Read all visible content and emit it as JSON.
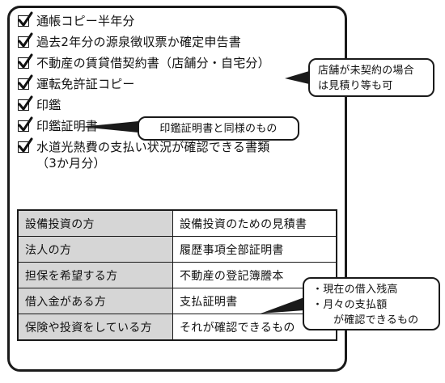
{
  "checklist": {
    "items": [
      "通帳コピー半年分",
      "過去2年分の源泉徴収票か確定申告書",
      "不動産の賃貸借契約書（店舗分・自宅分）",
      "運転免許証コピー",
      "印鑑",
      "印鑑証明書",
      "水道光熱費の支払い状況が確認できる書類（3か月分）"
    ]
  },
  "table": {
    "rows": [
      {
        "label": "設備投資の方",
        "value": "設備投資のための見積書"
      },
      {
        "label": "法人の方",
        "value": "履歴事項全部証明書"
      },
      {
        "label": "担保を希望する方",
        "value": "不動産の登記簿謄本"
      },
      {
        "label": "借入金がある方",
        "value": "支払証明書"
      },
      {
        "label": "保険や投資をしている方",
        "value": "それが確認できるもの"
      }
    ]
  },
  "callouts": {
    "lease": {
      "line1": "店舗が未契約の場合",
      "line2": "は見積り等も可"
    },
    "seal": {
      "text": "印鑑証明書と同様のもの"
    },
    "loan": {
      "line1": "・現在の借入残高",
      "line2": "・月々の支払額",
      "line3": "が確認できるもの"
    }
  },
  "icons": {
    "check": "check-icon"
  }
}
